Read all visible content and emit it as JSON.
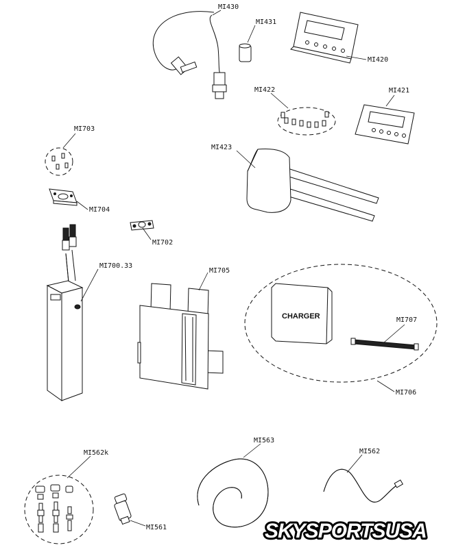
{
  "labels": {
    "mi430": "MI430",
    "mi431": "MI431",
    "mi420": "MI420",
    "mi422": "MI422",
    "mi421": "MI421",
    "mi703": "MI703",
    "mi423": "MI423",
    "mi704": "MI704",
    "mi702": "MI702",
    "mi700_33": "MI700.33",
    "mi705": "MI705",
    "mi707": "MI707",
    "mi706": "MI706",
    "mi562k": "MI562k",
    "mi563": "MI563",
    "mi562": "MI562",
    "mi561": "MI561"
  },
  "charger_text": "CHARGER",
  "logo": {
    "text": "SKYSPORTSUSA",
    "fill": "#ffffff",
    "outline": "#000000"
  }
}
